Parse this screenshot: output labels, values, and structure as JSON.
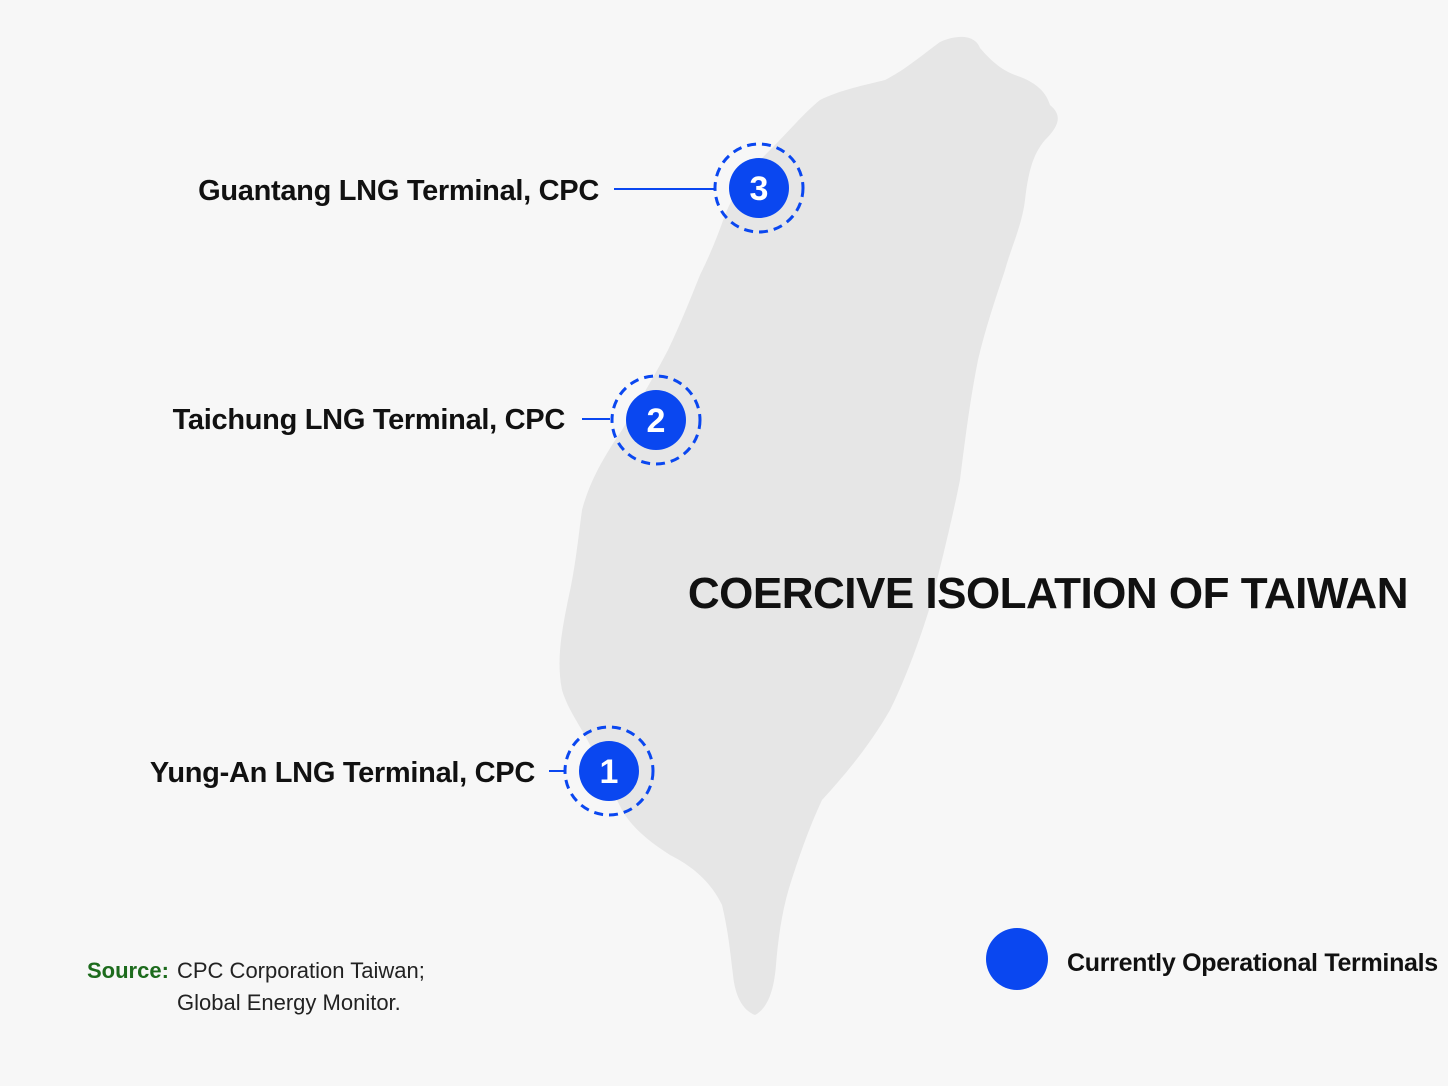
{
  "title": "COERCIVE ISOLATION OF TAIWAN",
  "colors": {
    "background": "#f7f7f7",
    "land": "#e6e6e6",
    "marker": "#0a47f0",
    "source_label": "#1d6b1d",
    "text": "#111111"
  },
  "terminals": [
    {
      "number": "1",
      "label": "Yung-An LNG Terminal, CPC",
      "status": "Currently Operational"
    },
    {
      "number": "2",
      "label": "Taichung LNG Terminal, CPC",
      "status": "Currently Operational"
    },
    {
      "number": "3",
      "label": "Guantang LNG Terminal, CPC",
      "status": "Currently Operational"
    }
  ],
  "legend": {
    "icon": "filled-blue-circle",
    "label": "Currently Operational Terminals"
  },
  "source": {
    "label": "Source:",
    "lines": [
      "CPC Corporation Taiwan;",
      "Global Energy Monitor."
    ]
  }
}
